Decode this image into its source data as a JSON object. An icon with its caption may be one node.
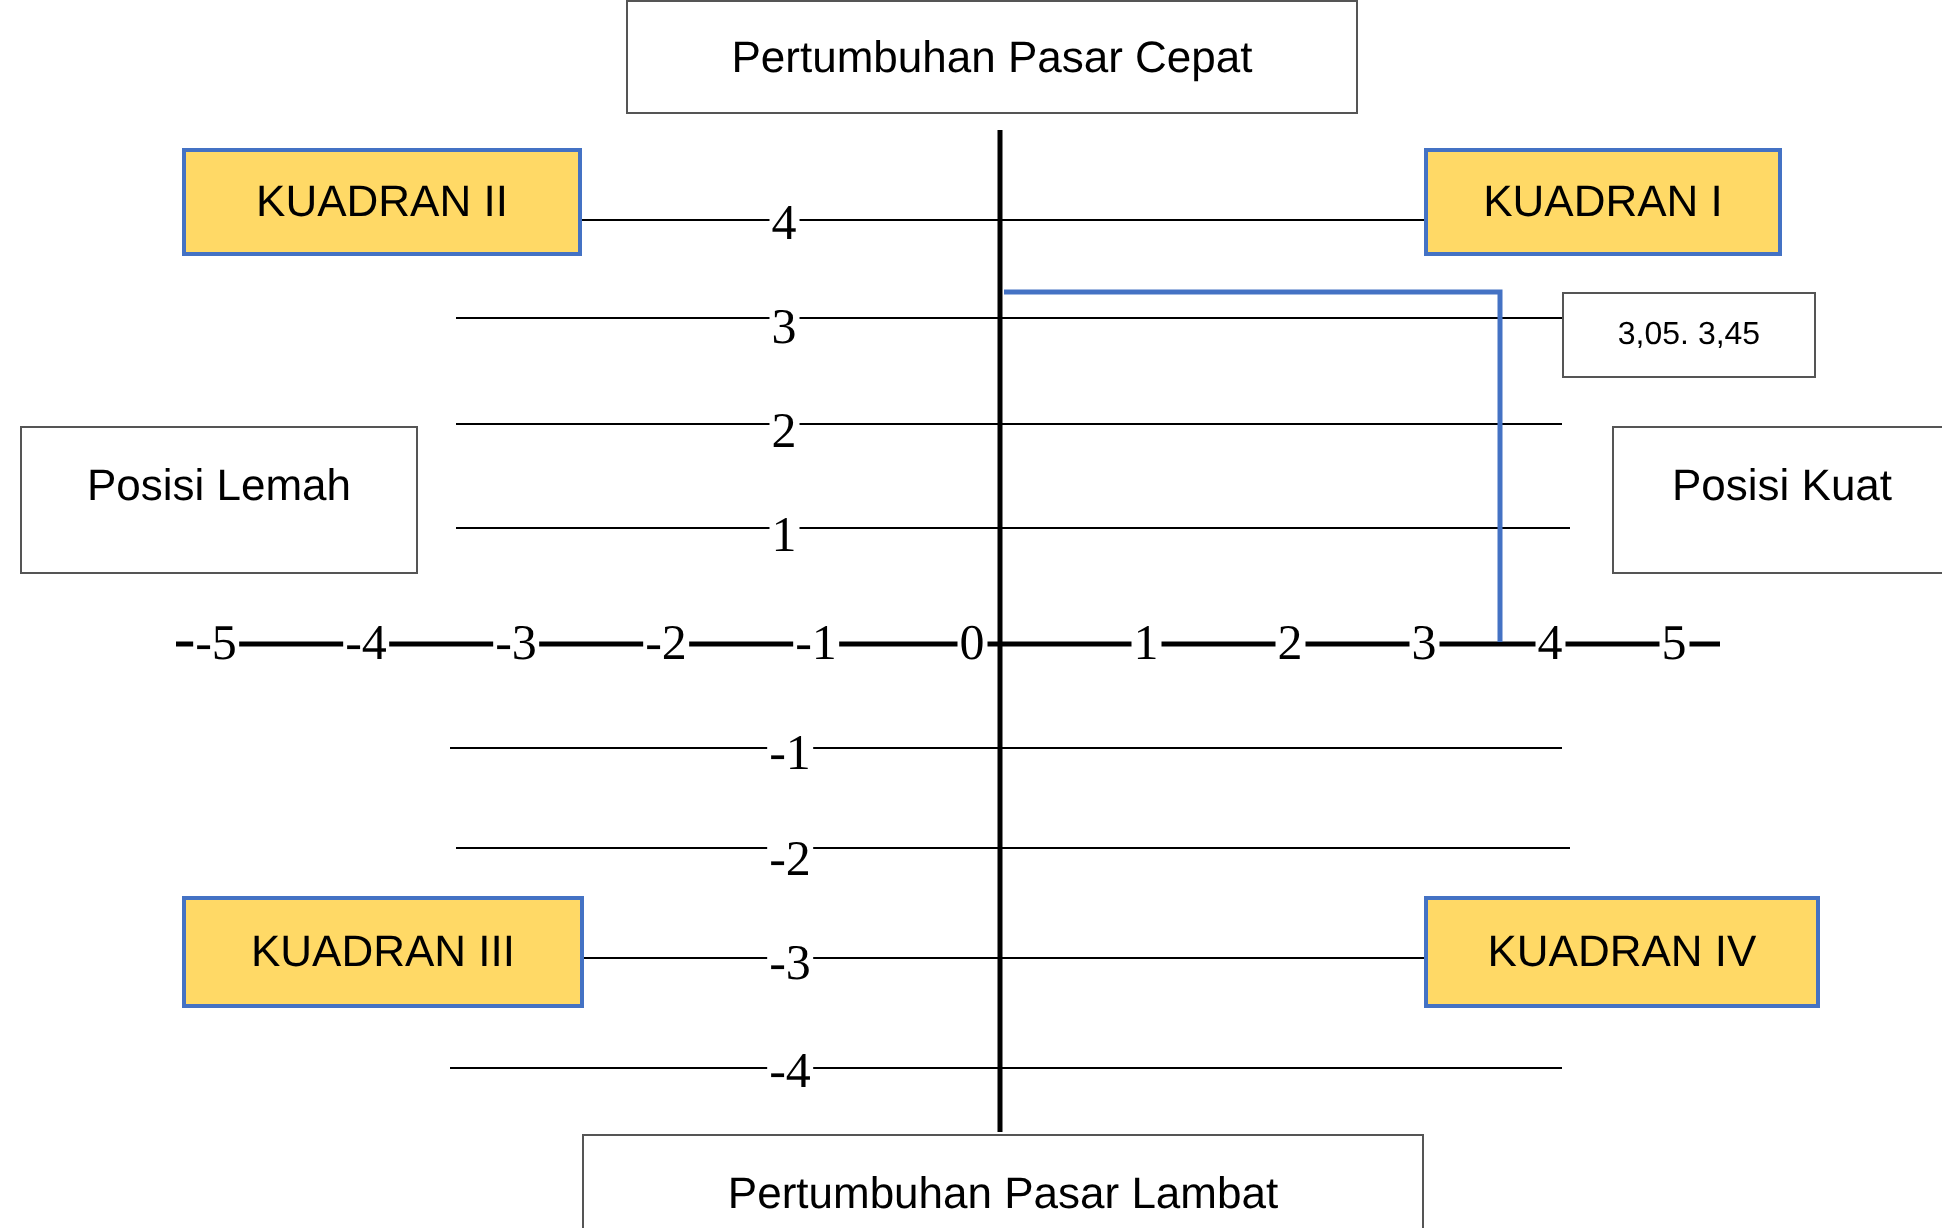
{
  "diagram": {
    "nodes": [
      {
        "text": [
          "Pertumbuhan Pasar Cepat"
        ]
      },
      {
        "text": [
          "KUADRAN II"
        ]
      },
      {
        "text": [
          "KUADRAN I"
        ]
      },
      {
        "text": [
          "3,05. 3,45"
        ]
      },
      {
        "text": [
          "Posisi Lemah"
        ]
      },
      {
        "text": [
          "Posisi Kuat"
        ]
      },
      {
        "text": [
          "KUADRAN III"
        ]
      },
      {
        "text": [
          "KUADRAN IV"
        ]
      },
      {
        "text": [
          "Pertumbuhan Pasar Lambat"
        ]
      }
    ],
    "edges": [
      {
        "from": 1,
        "to": 2,
        "arrow": "none"
      },
      {
        "from": 3,
        "to": null,
        "arrow": "none"
      },
      {
        "from": 6,
        "to": 7,
        "arrow": "none"
      }
    ],
    "labels": [
      "4",
      "3",
      "2",
      "1",
      "-5",
      "-4",
      "-3",
      "-2",
      "-1",
      "0",
      "1",
      "2",
      "3",
      "4",
      "5",
      "-1",
      "-2",
      "-3",
      "-4"
    ]
  }
}
